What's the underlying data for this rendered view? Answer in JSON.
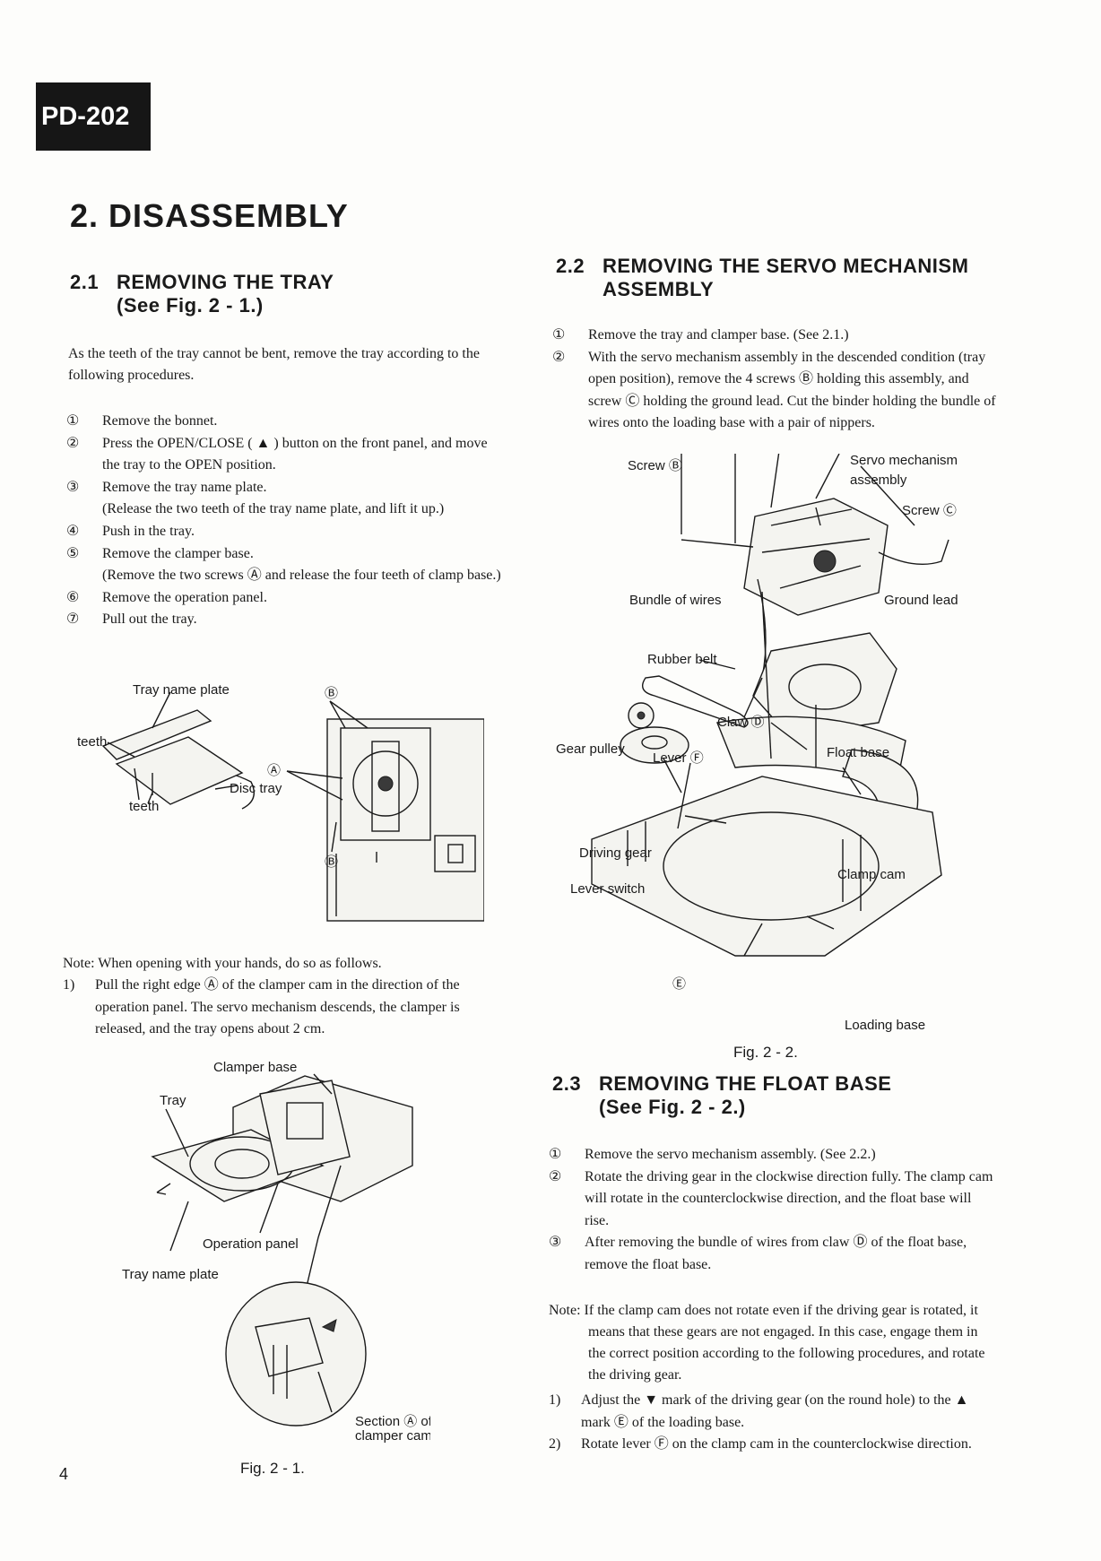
{
  "header": {
    "model_tab": "PD-202"
  },
  "title": "2.   DISASSEMBLY",
  "section_2_1": {
    "number": "2.1",
    "heading": "REMOVING THE TRAY",
    "subheading": "(See Fig. 2 - 1.)",
    "intro": "As the teeth of the tray cannot be bent, remove the tray according to the following procedures.",
    "steps": [
      {
        "mark": "①",
        "text": "Remove the bonnet."
      },
      {
        "mark": "②",
        "text": "Press the OPEN/CLOSE ( ▲ ) button on the front panel, and move the tray to the OPEN position."
      },
      {
        "mark": "③",
        "text": "Remove the tray name plate.",
        "sub": "(Release the two teeth of the tray name plate, and lift it up.)"
      },
      {
        "mark": "④",
        "text": "Push in the tray."
      },
      {
        "mark": "⑤",
        "text": "Remove the clamper base.",
        "sub": "(Remove the two screws Ⓐ and release the four teeth of clamp base.)"
      },
      {
        "mark": "⑥",
        "text": "Remove the operation panel."
      },
      {
        "mark": "⑦",
        "text": "Pull out the tray."
      }
    ],
    "fig_top_labels": {
      "tray_name_plate": "Tray name plate",
      "teeth_1": "teeth",
      "teeth_2": "teeth",
      "disc_tray": "Disc tray",
      "screw_b_top": "Ⓑ",
      "screw_a": "Ⓐ",
      "screw_b_bottom": "Ⓑ"
    },
    "note_intro": "Note: When opening with your hands, do so as follows.",
    "note_steps": [
      {
        "mark": "1)",
        "text": "Pull the right edge Ⓐ of the clamper cam in the direction of the operation panel. The servo mechanism descends, the clamper is released, and the tray opens about 2 cm."
      }
    ],
    "fig_bottom_labels": {
      "clamper_base": "Clamper base",
      "tray": "Tray",
      "operation_panel": "Operation panel",
      "tray_name_plate": "Tray name plate",
      "section_a_1": "Section Ⓐ of",
      "section_a_2": "clamper cam"
    },
    "figure_caption": "Fig. 2 - 1."
  },
  "section_2_2": {
    "number": "2.2",
    "heading": "REMOVING THE SERVO MECHANISM",
    "subheading": "ASSEMBLY",
    "steps": [
      {
        "mark": "①",
        "text": "Remove the tray and clamper base. (See 2.1.)"
      },
      {
        "mark": "②",
        "text": "With the servo mechanism assembly in the descended condition (tray open position), remove the 4 screws Ⓑ holding this assembly, and screw Ⓒ holding the ground lead. Cut the binder holding the bundle of wires onto the loading base with a pair of nippers."
      }
    ],
    "fig_labels": {
      "screw_b": "Screw Ⓑ",
      "servo_1": "Servo mechanism",
      "servo_2": "assembly",
      "screw_c": "Screw Ⓒ",
      "bundle": "Bundle of wires",
      "ground": "Ground lead",
      "rubber_belt": "Rubber belt",
      "claw_d": "Claw Ⓓ",
      "gear_pulley": "Gear pulley",
      "lever_f": "Lever Ⓕ",
      "float_base": "Float base",
      "driving_gear": "Driving gear",
      "clamp_cam": "Clamp cam",
      "lever_switch": "Lever switch",
      "mark_e": "Ⓔ",
      "loading_base": "Loading base"
    },
    "figure_caption": "Fig. 2 - 2."
  },
  "section_2_3": {
    "number": "2.3",
    "heading": "REMOVING THE FLOAT BASE",
    "subheading": "(See Fig. 2 - 2.)",
    "steps": [
      {
        "mark": "①",
        "text": "Remove the servo mechanism assembly. (See 2.2.)"
      },
      {
        "mark": "②",
        "text": "Rotate the driving gear in the clockwise direction fully. The clamp cam will rotate in the counterclockwise direction, and the float base will rise."
      },
      {
        "mark": "③",
        "text": "After removing the bundle of wires from claw Ⓓ of the float base, remove the float base."
      }
    ],
    "note_intro": "Note: If the clamp cam does not rotate even if the driving gear is rotated, it means that these gears are not engaged. In this case, engage them in the correct position according to the following procedures, and rotate the driving gear.",
    "note_steps": [
      {
        "mark": "1)",
        "text": "Adjust the ▼ mark of the driving gear (on the round hole) to the ▲ mark Ⓔ of the loading base."
      },
      {
        "mark": "2)",
        "text": "Rotate lever Ⓕ on the clamp cam in the counterclockwise direction."
      }
    ]
  },
  "page_number": "4"
}
